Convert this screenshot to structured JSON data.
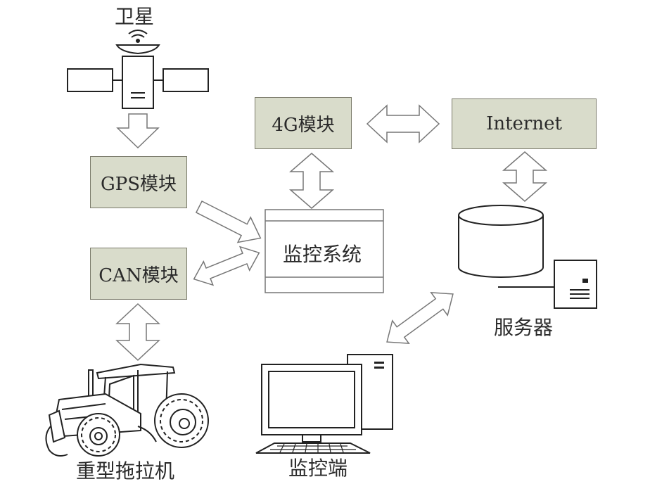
{
  "nodes": {
    "satellite": "卫星",
    "gps": "GPS模块",
    "can": "CAN模块",
    "tractor": "重型拖拉机",
    "g4": "4G模块",
    "internet": "Internet",
    "monitor_system": "监控系统",
    "server": "服务器",
    "monitor_terminal": "监控端"
  },
  "colors": {
    "box_fill": "#d9dccb",
    "box_border": "#7a7a6a",
    "arrow_stroke": "#777777",
    "icon_stroke": "#222222"
  }
}
